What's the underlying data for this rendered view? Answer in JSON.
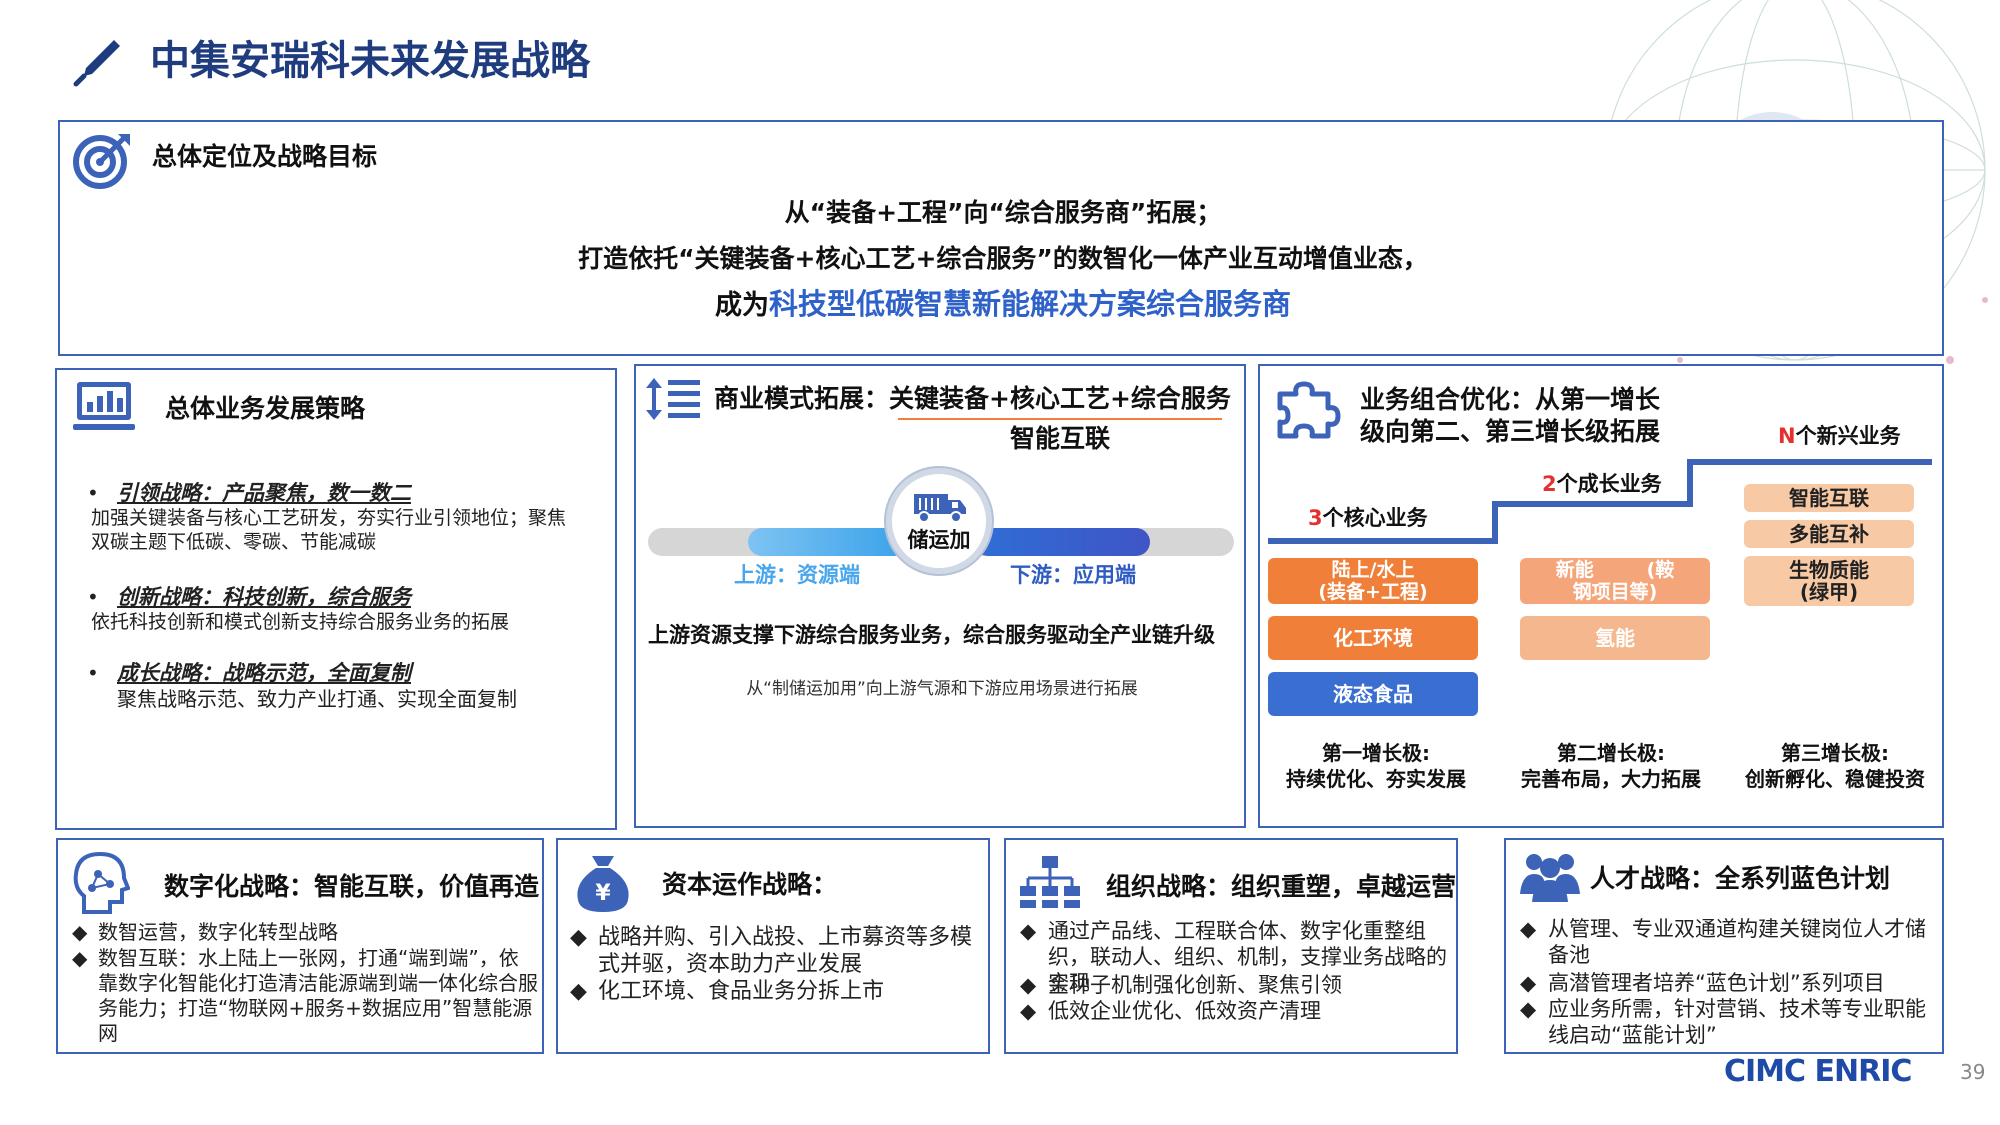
{
  "header": {
    "title": "中集安瑞科未来发展战略",
    "page_number": "39",
    "logo_text": "CIMC ENRIC"
  },
  "positioning": {
    "title": "总体定位及战略目标",
    "line1": "从“装备+工程”向“综合服务商”拓展；",
    "line2": "打造依托“关键装备+核心工艺+综合服务”的数智化一体产业互动增值业态，",
    "line3_prefix": "成为",
    "line3_highlight": "科技型低碳智慧新能解决方案综合服务商"
  },
  "business_strategy": {
    "title": "总体业务发展策略",
    "items": [
      {
        "heading": "引领战略：产品聚焦，数一数二",
        "body": "加强关键装备与核心工艺研发，夯实行业引领地位；聚焦双碳主题下低碳、零碳、节能减碳"
      },
      {
        "heading": "创新战略：科技创新，综合服务",
        "body": "依托科技创新和模式创新支持综合服务业务的拓展"
      },
      {
        "heading": "成长战略：战略示范，全面复制",
        "body": "聚焦战略示范、致力产业打通、实现全面复制"
      }
    ]
  },
  "business_model": {
    "title": "商业模式拓展：关键装备+核心工艺+综合服务",
    "subtitle": "智能互联",
    "center_label": "储运加",
    "upstream": "上游：资源端",
    "downstream": "下游：应用端",
    "summary": "上游资源支撑下游综合服务业务，综合服务驱动全产业链升级",
    "note": "从“制储运加用”向上游气源和下游应用场景进行拓展"
  },
  "portfolio": {
    "title_line1": "业务组合优化：从第一增长",
    "title_line2": "级向第二、第三增长级拓展",
    "stage1": {
      "count": "3",
      "label": "个核心业务",
      "items": [
        "陆上/水上\n(装备+工程)",
        "化工环境",
        "液态食品"
      ],
      "footer_title": "第一增长极:",
      "footer_text": "持续优化、夯实发展"
    },
    "stage2": {
      "count": "2",
      "label": "个成长业务",
      "items": [
        "新能        (鞍\n钢项目等)",
        "氢能"
      ],
      "footer_title": "第二增长极:",
      "footer_text": "完善布局，大力拓展"
    },
    "stage3": {
      "count": "N",
      "label": "个新兴业务",
      "items": [
        "智能互联",
        "多能互补",
        "生物质能\n(绿甲)"
      ],
      "footer_title": "第三增长极:",
      "footer_text": "创新孵化、稳健投资"
    }
  },
  "bottom": {
    "digital": {
      "title": "数字化战略：智能互联，价值再造",
      "items": [
        "数智运营，数字化转型战略",
        "数智互联：水上陆上一张网，打通“端到端”，依靠数字化智能化打造清洁能源端到端一体化综合服务能力；打造“物联网+服务+数据应用”智慧能源网"
      ]
    },
    "capital": {
      "title": "资本运作战略：",
      "items": [
        "战略并购、引入战投、上市募资等多模式并驱，资本助力产业发展",
        "化工环境、食品业务分拆上市"
      ]
    },
    "org": {
      "title": "组织战略：组织重塑，卓越运营",
      "items": [
        "通过产品线、工程联合体、数字化重整组织，联动人、组织、机制，支撑业务战略的实现",
        "金种子机制强化创新、聚焦引领",
        "低效企业优化、低效资产清理"
      ]
    },
    "talent": {
      "title": "人才战略：全系列蓝色计划",
      "items": [
        "从管理、专业双通道构建关键岗位人才储备池",
        "高潜管理者培养“蓝色计划”系列项目",
        "应业务所需，针对营销、技术等专业职能线启动“蓝能计划”"
      ]
    }
  },
  "colors": {
    "accent_blue": "#3d63b8",
    "dark_orange": "#f07f3a",
    "light_orange": "#f5b88e",
    "pale_orange": "#f7c9a5",
    "dark_blue": "#3a6fd1"
  }
}
